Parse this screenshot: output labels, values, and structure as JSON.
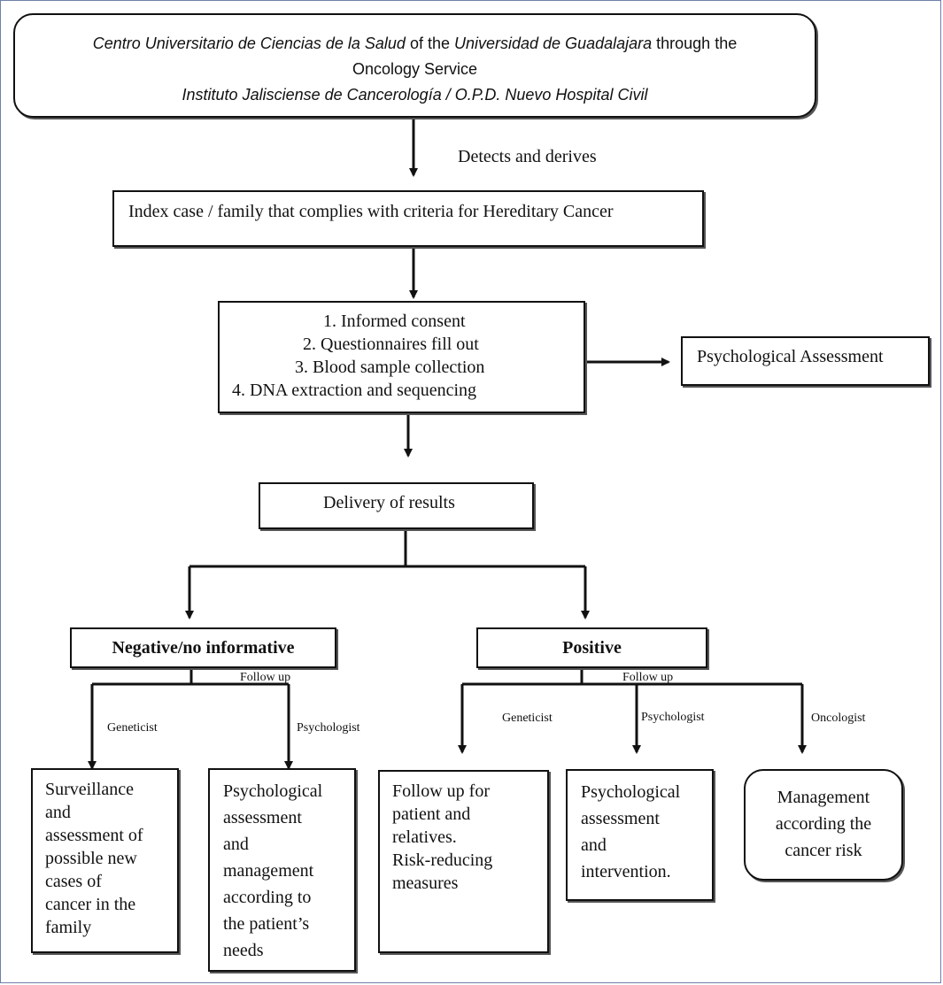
{
  "top_box": {
    "line1_part1": "Centro Universitario de Ciencias de la Salud",
    "line1_part2": " of the ",
    "line1_part3": "Universidad de Guadalajara",
    "line1_part4": " through the",
    "line2": "Oncology Service",
    "line3": "Instituto Jalisciense de Cancerología / O.P.D. Nuevo Hospital Civil"
  },
  "detects_label": "Detects and derives",
  "index_case": "Index case / family that complies with criteria for Hereditary Cancer",
  "steps": [
    "1. Informed consent",
    "2. Questionnaires fill out",
    "3. Blood sample collection",
    "4. DNA extraction and sequencing"
  ],
  "psych_assessment": "Psychological Assessment",
  "delivery": "Delivery of results",
  "negative": "Negative/no informative",
  "positive": "Positive",
  "follow_up": "Follow up",
  "roles": {
    "geneticist": "Geneticist",
    "psychologist": "Psychologist",
    "oncologist": "Oncologist"
  },
  "outcomes": {
    "surveillance": [
      "Surveillance",
      "and",
      "assessment of",
      "possible new",
      "cases of",
      "cancer in the",
      "family"
    ],
    "psych_management": [
      "Psychological",
      "assessment",
      "and",
      "management",
      "according to",
      "the patient’s",
      "needs"
    ],
    "follow_up_relatives": [
      "Follow up for",
      "patient and",
      "relatives.",
      "Risk-reducing",
      "measures"
    ],
    "psych_intervention": [
      "Psychological",
      "assessment",
      "and",
      "intervention."
    ],
    "management_risk": [
      "Management",
      "according the",
      "cancer risk"
    ]
  }
}
